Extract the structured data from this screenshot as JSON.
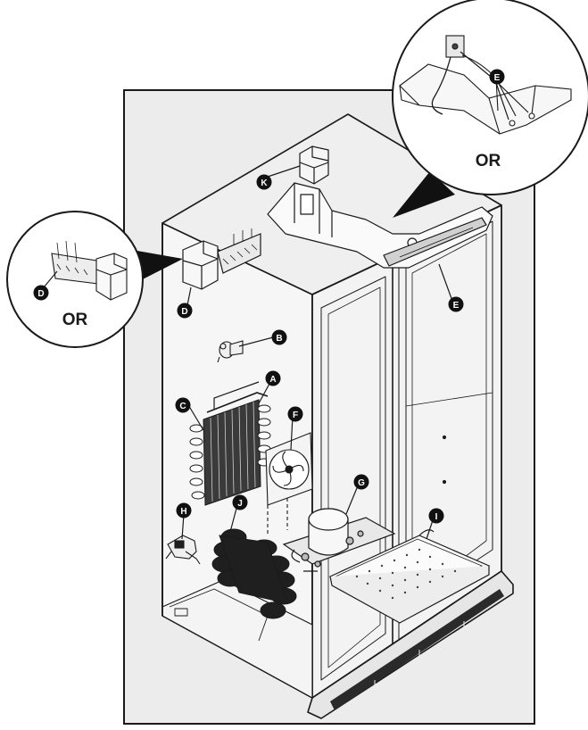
{
  "callouts": {
    "a": "A",
    "b": "B",
    "c": "C",
    "d": "D",
    "e": "E",
    "f": "F",
    "g": "G",
    "h": "H",
    "i": "I",
    "j": "J",
    "k": "K"
  },
  "insets": {
    "left_or": "OR",
    "right_or": "OR"
  },
  "colors": {
    "line": "#1a1a1a",
    "frame_fill": "#ececec",
    "cabinet_fill": "#f2f2f2",
    "part_dark": "#1f1f1f"
  }
}
